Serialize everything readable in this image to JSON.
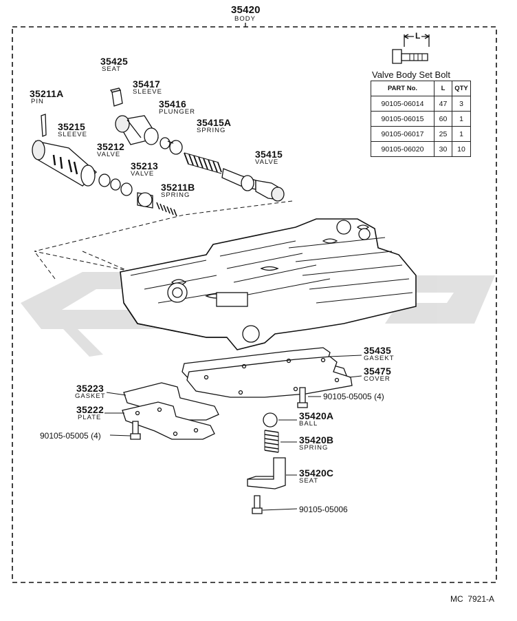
{
  "diagram": {
    "assembly": {
      "part_no": "35420",
      "name": "BODY"
    },
    "parts": {
      "p35425": {
        "part_no": "35425",
        "name": "SEAT"
      },
      "p35417": {
        "part_no": "35417",
        "name": "SLEEVE"
      },
      "p35416": {
        "part_no": "35416",
        "name": "PLUNGER"
      },
      "p35211A": {
        "part_no": "35211A",
        "name": "PIN"
      },
      "p35215": {
        "part_no": "35215",
        "name": "SLEEVE"
      },
      "p35415A": {
        "part_no": "35415A",
        "name": "SPRING"
      },
      "p35212": {
        "part_no": "35212",
        "name": "VALVE"
      },
      "p35213": {
        "part_no": "35213",
        "name": "VALVE"
      },
      "p35211B": {
        "part_no": "35211B",
        "name": "SPRING"
      },
      "p35415": {
        "part_no": "35415",
        "name": "VALVE"
      },
      "p35435": {
        "part_no": "35435",
        "name": "GASEKT"
      },
      "p35475": {
        "part_no": "35475",
        "name": "COVER"
      },
      "p35223": {
        "part_no": "35223",
        "name": "GASKET"
      },
      "p35222": {
        "part_no": "35222",
        "name": "PLATE"
      },
      "p35420A": {
        "part_no": "35420A",
        "name": "BALL"
      },
      "p35420B": {
        "part_no": "35420B",
        "name": "SPRING"
      },
      "p35420C": {
        "part_no": "35420C",
        "name": "SEAT"
      }
    },
    "bolts": {
      "cover_bolt": "90105-05005 (4)",
      "plate_bolt": "90105-05005 (4)",
      "seat_bolt": "90105-05006"
    },
    "dimension_label": "L",
    "bolt_table": {
      "title": "Valve Body Set Bolt",
      "headers": [
        "PART No.",
        "L",
        "QTY"
      ],
      "rows": [
        [
          "90105-06014",
          "47",
          "3"
        ],
        [
          "90105-06015",
          "60",
          "1"
        ],
        [
          "90105-06017",
          "25",
          "1"
        ],
        [
          "90105-06020",
          "30",
          "10"
        ]
      ]
    },
    "figure_code": "MC  7921-A"
  }
}
